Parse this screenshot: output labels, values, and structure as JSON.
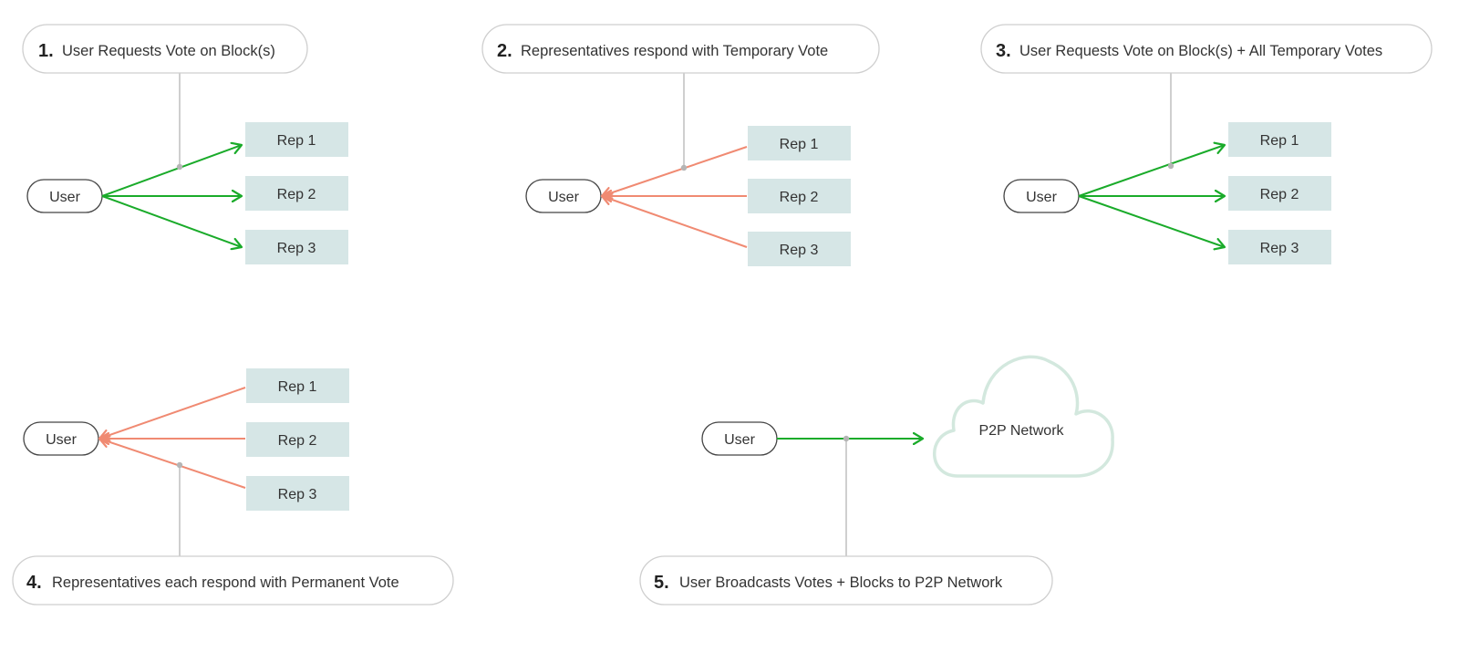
{
  "steps": [
    {
      "number": "1.",
      "text": "User Requests Vote on Block(s)"
    },
    {
      "number": "2.",
      "text": "Representatives respond with Temporary Vote"
    },
    {
      "number": "3.",
      "text": "User Requests Vote on Block(s) + All Temporary Votes"
    },
    {
      "number": "4.",
      "text": "Representatives each respond with Permanent Vote"
    },
    {
      "number": "5.",
      "text": "User Broadcasts Votes + Blocks to P2P Network"
    }
  ],
  "nodes": {
    "user": "User",
    "reps": [
      "Rep 1",
      "Rep 2",
      "Rep 3"
    ],
    "network": "P2P Network"
  },
  "colors": {
    "request_arrow": "#1aab2a",
    "response_arrow": "#f08a72",
    "rep_box_fill": "#d6e6e6",
    "cloud_stroke": "#d3e8de",
    "outline": "#cfcfcf",
    "user_outline": "#444444",
    "text": "#333333",
    "connector": "#b5b5b5"
  }
}
